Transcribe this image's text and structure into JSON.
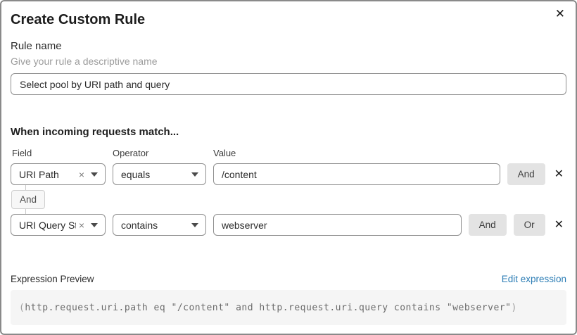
{
  "dialog": {
    "title": "Create Custom Rule"
  },
  "icons": {
    "close": "✕",
    "remove_condition": "✕",
    "clear_selection": "×"
  },
  "rule_name": {
    "label": "Rule name",
    "helper": "Give your rule a descriptive name",
    "value": "Select pool by URI path and query"
  },
  "match": {
    "heading": "When incoming requests match...",
    "columns": {
      "field": "Field",
      "operator": "Operator",
      "value": "Value"
    },
    "connector_label": "And",
    "rows": [
      {
        "field": "URI Path",
        "operator": "equals",
        "value": "/content",
        "and_button": "And"
      },
      {
        "field": "URI Query St...",
        "operator": "contains",
        "value": "webserver",
        "and_button": "And",
        "or_button": "Or"
      }
    ]
  },
  "expression": {
    "label": "Expression Preview",
    "edit_link": "Edit expression",
    "code_open": "(",
    "code_body": "http.request.uri.path eq \"/content\" and http.request.uri.query contains \"webserver\"",
    "code_close": ")"
  },
  "colors": {
    "dialog_border": "#8a8a8a",
    "input_border": "#8f8f8f",
    "button_bg": "#e3e3e3",
    "badge_bg": "#f7f7f7",
    "code_bg": "#f5f5f5",
    "link_blue": "#2c7db5",
    "helper_gray": "#9b9b9b",
    "code_text": "#6b6b6b"
  }
}
